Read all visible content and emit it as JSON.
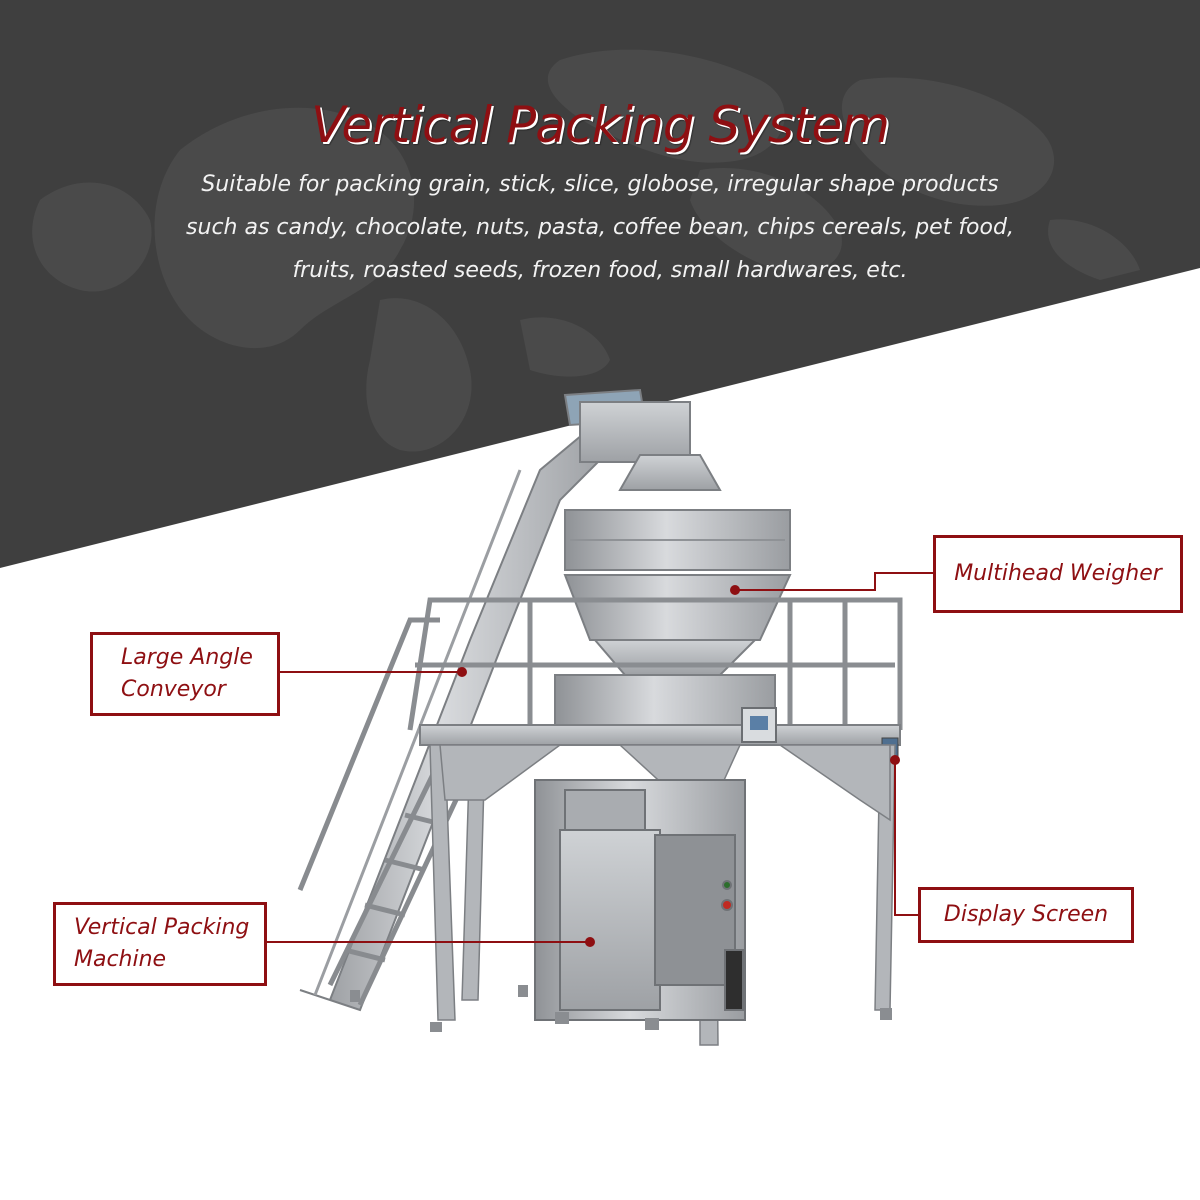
{
  "title": "Vertical Packing System",
  "subtitle_lines": [
    "Suitable for packing grain, stick, slice, globose, irregular shape products",
    "such as candy, chocolate, nuts, pasta, coffee bean, chips cereals, pet food,",
    "fruits, roasted seeds, frozen food, small hardwares, etc."
  ],
  "labels": {
    "multihead_weigher": "Multihead Weigher",
    "large_angle_conveyor_line1": "Large Angle",
    "large_angle_conveyor_line2": "Conveyor",
    "vertical_packing_machine_line1": "Vertical Packing",
    "vertical_packing_machine_line2": "Machine",
    "display_screen": "Display Screen"
  },
  "colors": {
    "accent": "#8e0f12",
    "header_background": "#3f3f3f",
    "machine_steel": "#b9bcc0"
  }
}
